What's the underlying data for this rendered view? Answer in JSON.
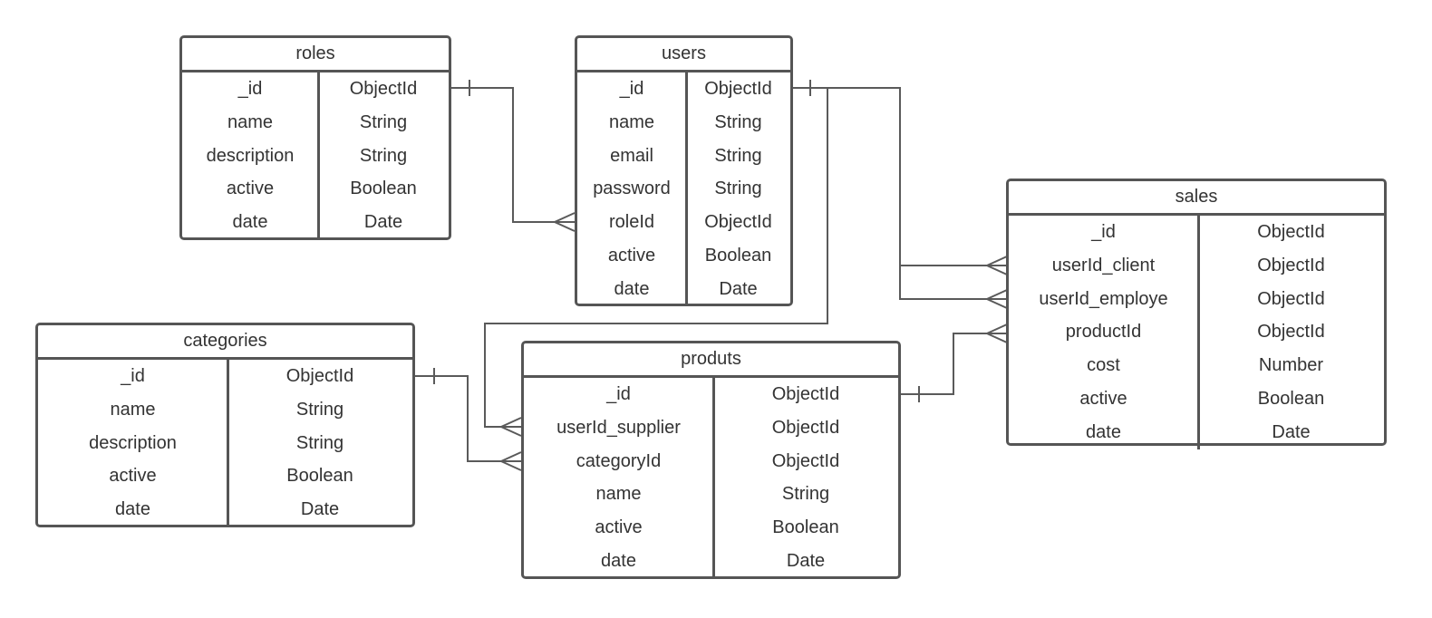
{
  "entities": {
    "roles": {
      "title": "roles",
      "fields": [
        {
          "name": "_id",
          "type": "ObjectId"
        },
        {
          "name": "name",
          "type": "String"
        },
        {
          "name": "description",
          "type": "String"
        },
        {
          "name": "active",
          "type": "Boolean"
        },
        {
          "name": "date",
          "type": "Date"
        }
      ]
    },
    "users": {
      "title": "users",
      "fields": [
        {
          "name": "_id",
          "type": "ObjectId"
        },
        {
          "name": "name",
          "type": "String"
        },
        {
          "name": "email",
          "type": "String"
        },
        {
          "name": "password",
          "type": "String"
        },
        {
          "name": "roleId",
          "type": "ObjectId"
        },
        {
          "name": "active",
          "type": "Boolean"
        },
        {
          "name": "date",
          "type": "Date"
        }
      ]
    },
    "sales": {
      "title": "sales",
      "fields": [
        {
          "name": "_id",
          "type": "ObjectId"
        },
        {
          "name": "userId_client",
          "type": "ObjectId"
        },
        {
          "name": "userId_employe",
          "type": "ObjectId"
        },
        {
          "name": "productId",
          "type": "ObjectId"
        },
        {
          "name": "cost",
          "type": "Number"
        },
        {
          "name": "active",
          "type": "Boolean"
        },
        {
          "name": "date",
          "type": "Date"
        }
      ]
    },
    "categories": {
      "title": "categories",
      "fields": [
        {
          "name": "_id",
          "type": "ObjectId"
        },
        {
          "name": "name",
          "type": "String"
        },
        {
          "name": "description",
          "type": "String"
        },
        {
          "name": "active",
          "type": "Boolean"
        },
        {
          "name": "date",
          "type": "Date"
        }
      ]
    },
    "produts": {
      "title": "produts",
      "fields": [
        {
          "name": "_id",
          "type": "ObjectId"
        },
        {
          "name": "userId_supplier",
          "type": "ObjectId"
        },
        {
          "name": "categoryId",
          "type": "ObjectId"
        },
        {
          "name": "name",
          "type": "String"
        },
        {
          "name": "active",
          "type": "Boolean"
        },
        {
          "name": "date",
          "type": "Date"
        }
      ]
    }
  },
  "relationships": [
    {
      "from": "roles._id",
      "to": "users.roleId",
      "cardinality": "one-to-many"
    },
    {
      "from": "users._id",
      "to": "sales.userId_client",
      "cardinality": "one-to-many"
    },
    {
      "from": "users._id",
      "to": "sales.userId_employe",
      "cardinality": "one-to-many"
    },
    {
      "from": "users._id",
      "to": "produts.userId_supplier",
      "cardinality": "one-to-many"
    },
    {
      "from": "categories._id",
      "to": "produts.categoryId",
      "cardinality": "one-to-many"
    },
    {
      "from": "produts._id",
      "to": "sales.productId",
      "cardinality": "one-to-many"
    }
  ],
  "colors": {
    "border": "#555555",
    "line": "#5a5a5a",
    "text": "#333333",
    "background": "#ffffff"
  }
}
